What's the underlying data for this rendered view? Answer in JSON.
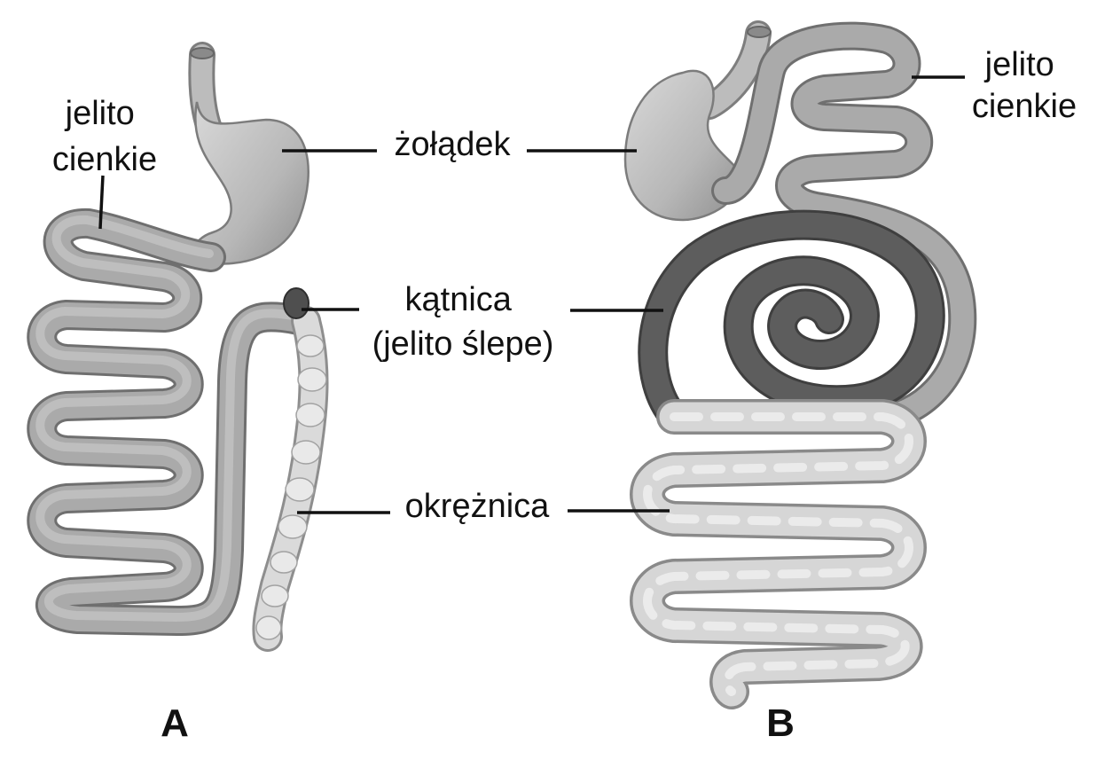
{
  "diagram": {
    "labels": {
      "jelito_cienkie_left": [
        "jelito",
        "cienkie"
      ],
      "zoladek": "żołądek",
      "katnica": [
        "kątnica",
        "(jelito ślepe)"
      ],
      "okreznica": "okrężnica",
      "jelito_cienkie_right": [
        "jelito",
        "cienkie"
      ]
    },
    "panels": {
      "a": "A",
      "b": "B"
    },
    "colors": {
      "background": "#ffffff",
      "small_intestine": "#a9a9a9",
      "stomach": "#b7b7b7",
      "cecum_ruminant": "#5d5d5d",
      "cecum_small": "#4f4f4f",
      "colon": "#d6d6d6",
      "text": "#111111"
    }
  }
}
